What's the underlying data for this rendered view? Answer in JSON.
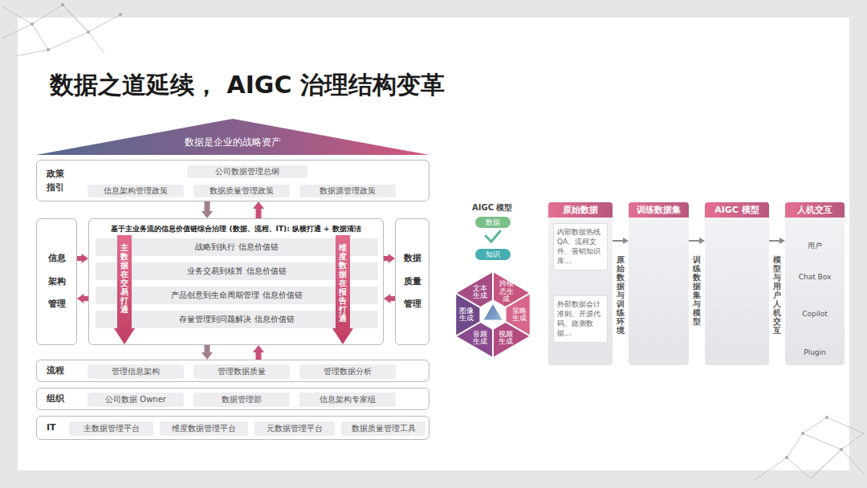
{
  "diagram": {
    "title": "数据之道延续， AIGC 治理结构变革",
    "nodes": [
      {
        "text": [
          "数据是企业的战略资产"
        ]
      },
      {
        "text": [
          "政策 指引"
        ]
      },
      {
        "text": [
          "公司数据管理总纲"
        ],
        "in": 1
      },
      {
        "text": [
          "信息架构管理政策"
        ],
        "in": 1
      },
      {
        "text": [
          "数据质量管理政策"
        ],
        "in": 1
      },
      {
        "text": [
          "数据源管理政策"
        ],
        "in": 1
      },
      {
        "text": [
          "信息 架构 管理"
        ]
      },
      {
        "text": [
          "基于主业务流的信息价值链综合治理 (数据、流程、IT): 纵横打通 + 数据清洁"
        ]
      },
      {
        "text": [
          "战略到执行 信息价值链"
        ],
        "in": 7
      },
      {
        "text": [
          "业务交易到核算 信息价值链"
        ],
        "in": 7
      },
      {
        "text": [
          "产品创意到生命周期管理 信息价值链"
        ],
        "in": 7
      },
      {
        "text": [
          "存量管理到问题解决 信息价值链"
        ],
        "in": 7
      },
      {
        "text": [
          "主数据在交易打通"
        ],
        "in": 7
      },
      {
        "text": [
          "维度数据在报告打通"
        ],
        "in": 7
      },
      {
        "text": [
          "数据 质量 管理"
        ]
      },
      {
        "text": [
          "流程"
        ]
      },
      {
        "text": [
          "管理信息架构"
        ],
        "in": 15
      },
      {
        "text": [
          "管理数据质量"
        ],
        "in": 15
      },
      {
        "text": [
          "管理数据分析"
        ],
        "in": 15
      },
      {
        "text": [
          "组织"
        ]
      },
      {
        "text": [
          "公司数据 Owner"
        ],
        "in": 19
      },
      {
        "text": [
          "数据管理部"
        ],
        "in": 19
      },
      {
        "text": [
          "信息架构专家组"
        ],
        "in": 19
      },
      {
        "text": [
          "IT"
        ]
      },
      {
        "text": [
          "主数据管理平台"
        ],
        "in": 23
      },
      {
        "text": [
          "维度数据管理平台"
        ],
        "in": 23
      },
      {
        "text": [
          "元数据管理平台"
        ],
        "in": 23
      },
      {
        "text": [
          "数据质量管理工具"
        ],
        "in": 23
      },
      {
        "text": [
          "数据"
        ]
      },
      {
        "text": [
          "知识"
        ]
      },
      {
        "text": [
          "文本生成"
        ]
      },
      {
        "text": [
          "跨模态生成"
        ]
      },
      {
        "text": [
          "策略生成"
        ]
      },
      {
        "text": [
          "视频生成"
        ]
      },
      {
        "text": [
          "音频生成"
        ]
      },
      {
        "text": [
          "图像生成"
        ]
      },
      {
        "text": [
          "原始数据"
        ]
      },
      {
        "text": [
          "内部数据热线 QA、流程文件、营销知识库..."
        ],
        "in": 36
      },
      {
        "text": [
          "外部数据会计准则、开源代码、路测数据..."
        ],
        "in": 36
      },
      {
        "text": [
          "训练数据集"
        ]
      },
      {
        "text": [
          "AIGC 模型"
        ]
      },
      {
        "text": [
          "人机交互"
        ]
      }
    ],
    "edges": [
      {
        "from": 1,
        "to": 7,
        "arrow": "to"
      },
      {
        "from": 7,
        "to": 1,
        "arrow": "to"
      },
      {
        "from": 6,
        "to": 7,
        "arrow": "to"
      },
      {
        "from": 7,
        "to": 6,
        "arrow": "to"
      },
      {
        "from": 7,
        "to": 14,
        "arrow": "to"
      },
      {
        "from": 14,
        "to": 7,
        "arrow": "to"
      },
      {
        "from": 7,
        "to": 15,
        "arrow": "to"
      },
      {
        "from": 15,
        "to": 7,
        "arrow": "to"
      },
      {
        "from": 36,
        "to": 39,
        "arrow": "to"
      },
      {
        "from": 39,
        "to": 40,
        "arrow": "to"
      },
      {
        "from": 40,
        "to": 41,
        "arrow": "to"
      }
    ],
    "labels": [
      "AIGC 模型",
      "原始数据与训练环境",
      "训练数据集与模型",
      "模型与用户人机交互",
      "用户",
      "Chat Box",
      "Copilot",
      "Plugin"
    ]
  }
}
